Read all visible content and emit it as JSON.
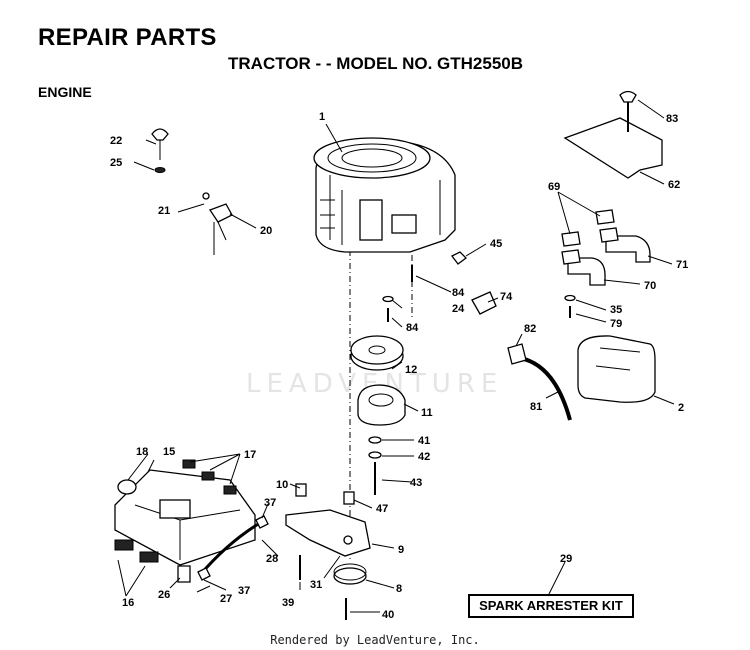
{
  "header": {
    "title": "REPAIR PARTS",
    "subtitle": "TRACTOR - - MODEL NO. GTH2550B",
    "section": "ENGINE"
  },
  "watermark": "LEADVENTURE",
  "kit": {
    "label": "SPARK ARRESTER KIT",
    "number": "29"
  },
  "footer": "Rendered by LeadVenture, Inc.",
  "callouts": [
    "1",
    "2",
    "8",
    "9",
    "10",
    "11",
    "12",
    "15",
    "16",
    "17",
    "18",
    "20",
    "21",
    "22",
    "24",
    "25",
    "26",
    "27",
    "28",
    "31",
    "35",
    "37",
    "39",
    "40",
    "41",
    "42",
    "43",
    "45",
    "47",
    "62",
    "69",
    "70",
    "71",
    "74",
    "79",
    "81",
    "82",
    "83",
    "84"
  ]
}
